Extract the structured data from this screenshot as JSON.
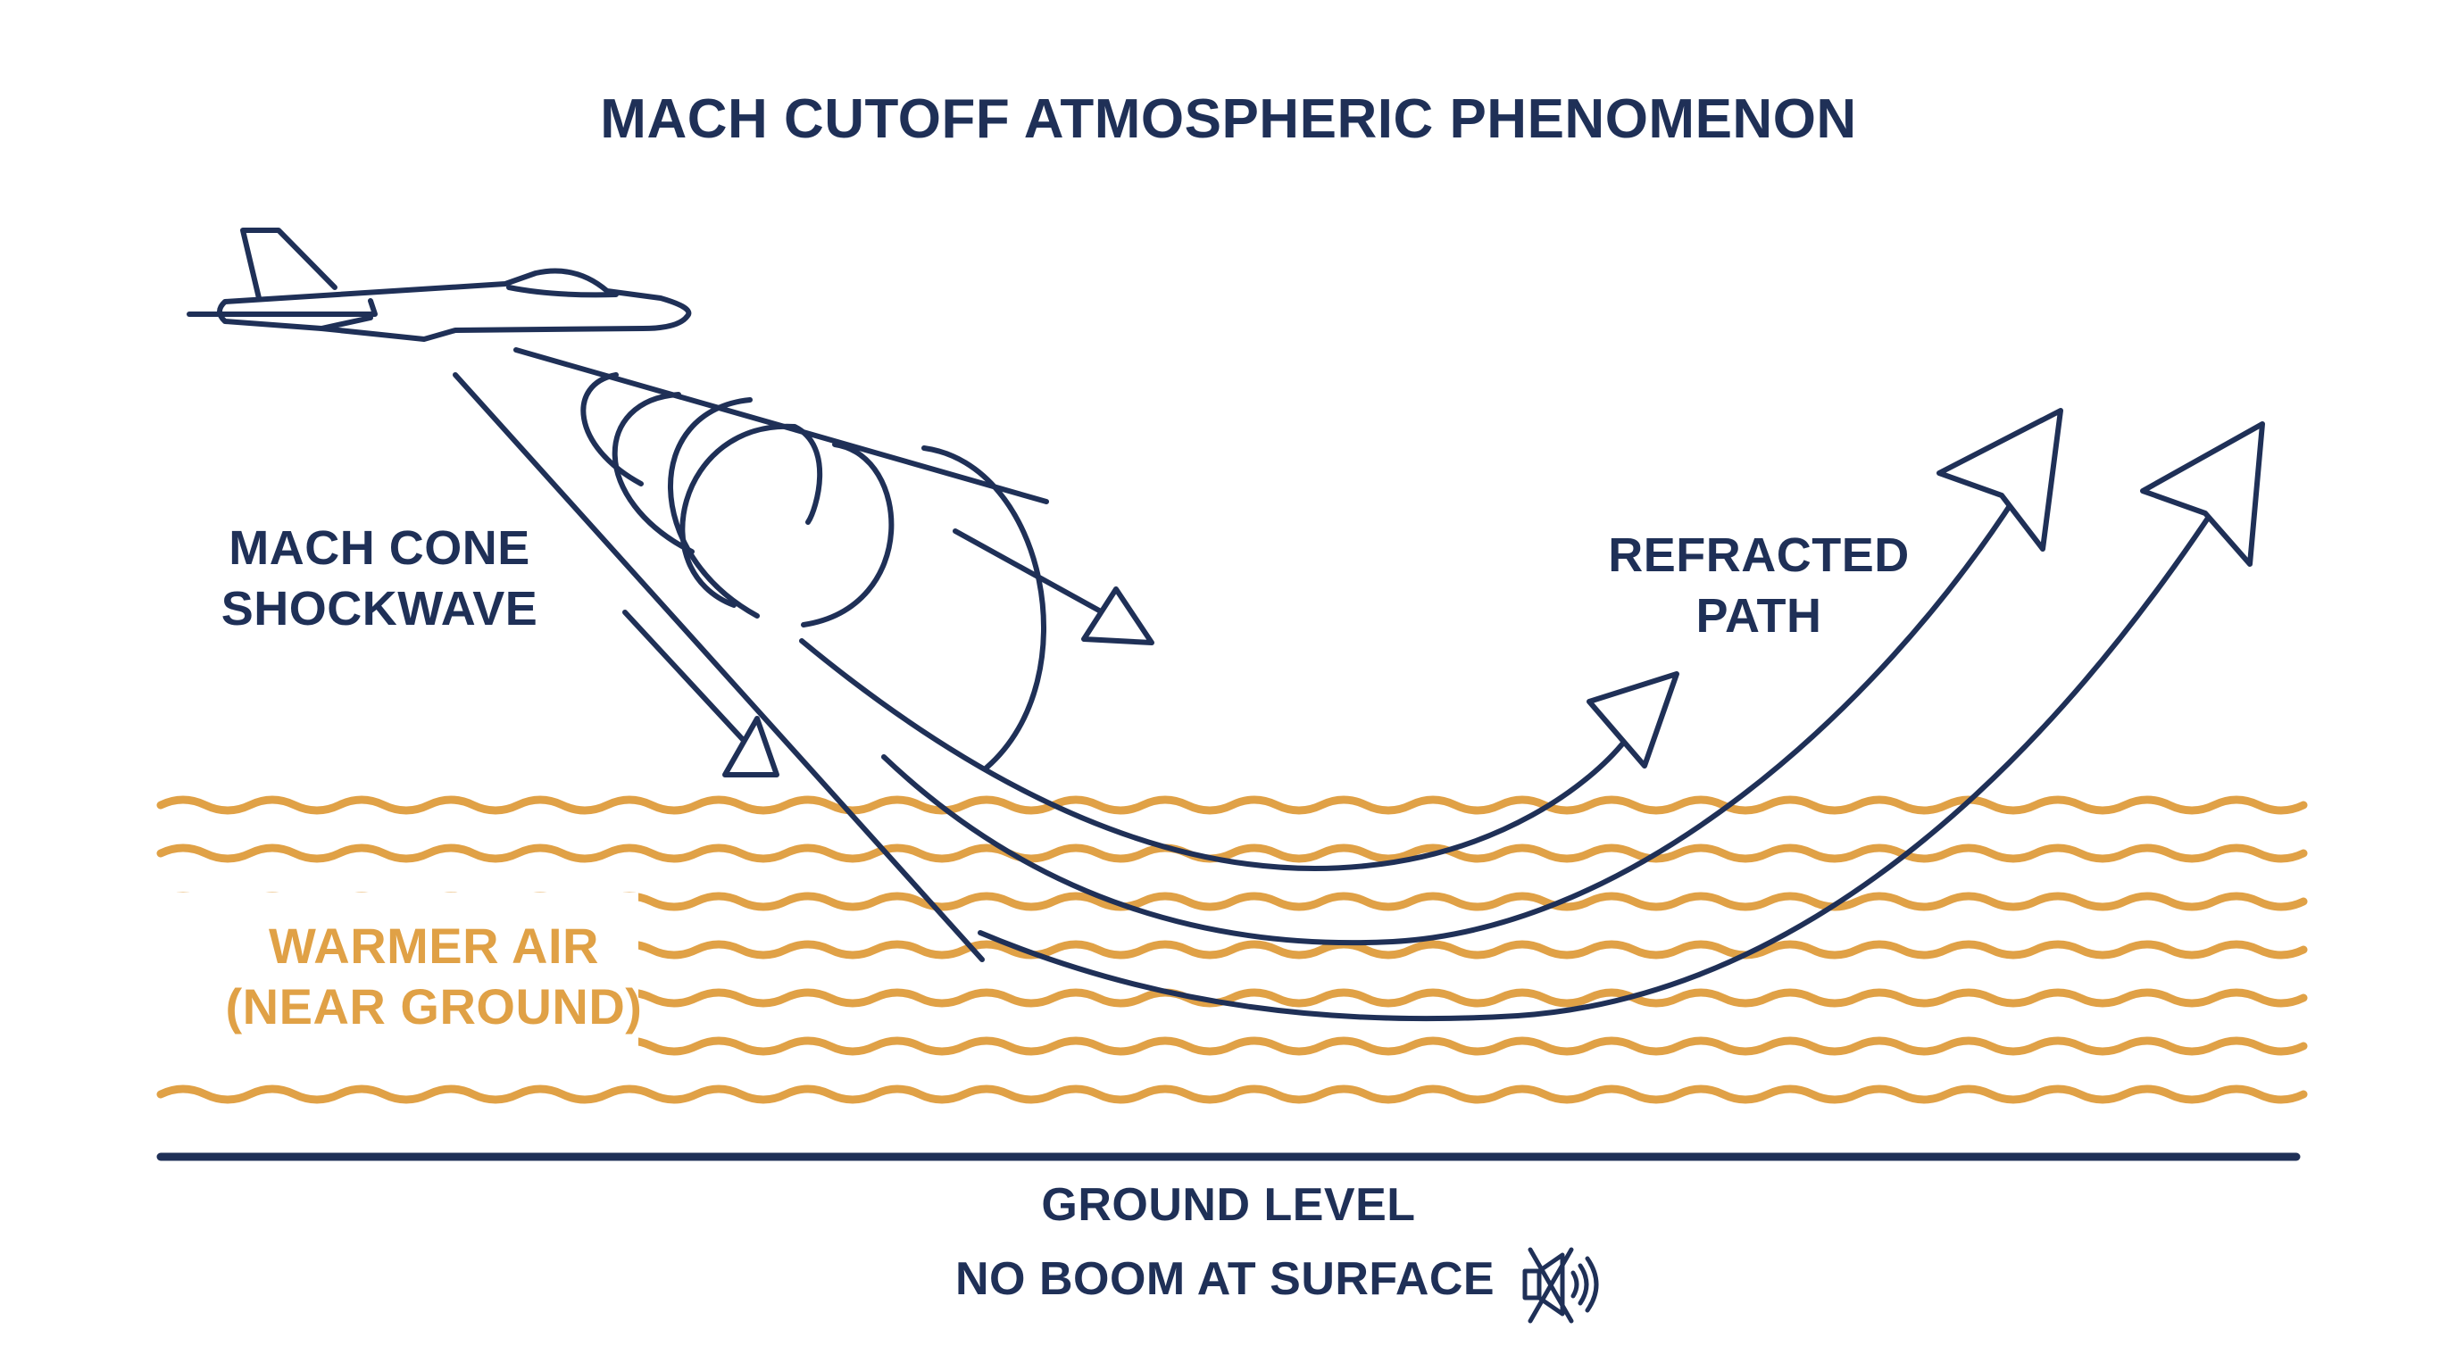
{
  "title": "MACH CUTOFF ATMOSPHERIC PHENOMENON",
  "labels": {
    "mach_cone": [
      "MACH CONE",
      "SHOCKWAVE"
    ],
    "refracted": [
      "REFRACTED",
      "PATH"
    ],
    "warmer_air": [
      "WARMER AIR",
      "(NEAR GROUND)"
    ],
    "ground_level": "GROUND LEVEL",
    "no_boom": "NO BOOM AT SURFACE"
  },
  "icons": {
    "aircraft": "jet-aircraft-icon",
    "muted_speaker": "muted-speaker-icon"
  },
  "colors": {
    "navy": "#1f3057",
    "amber": "#e0a146",
    "background": "#ffffff"
  }
}
